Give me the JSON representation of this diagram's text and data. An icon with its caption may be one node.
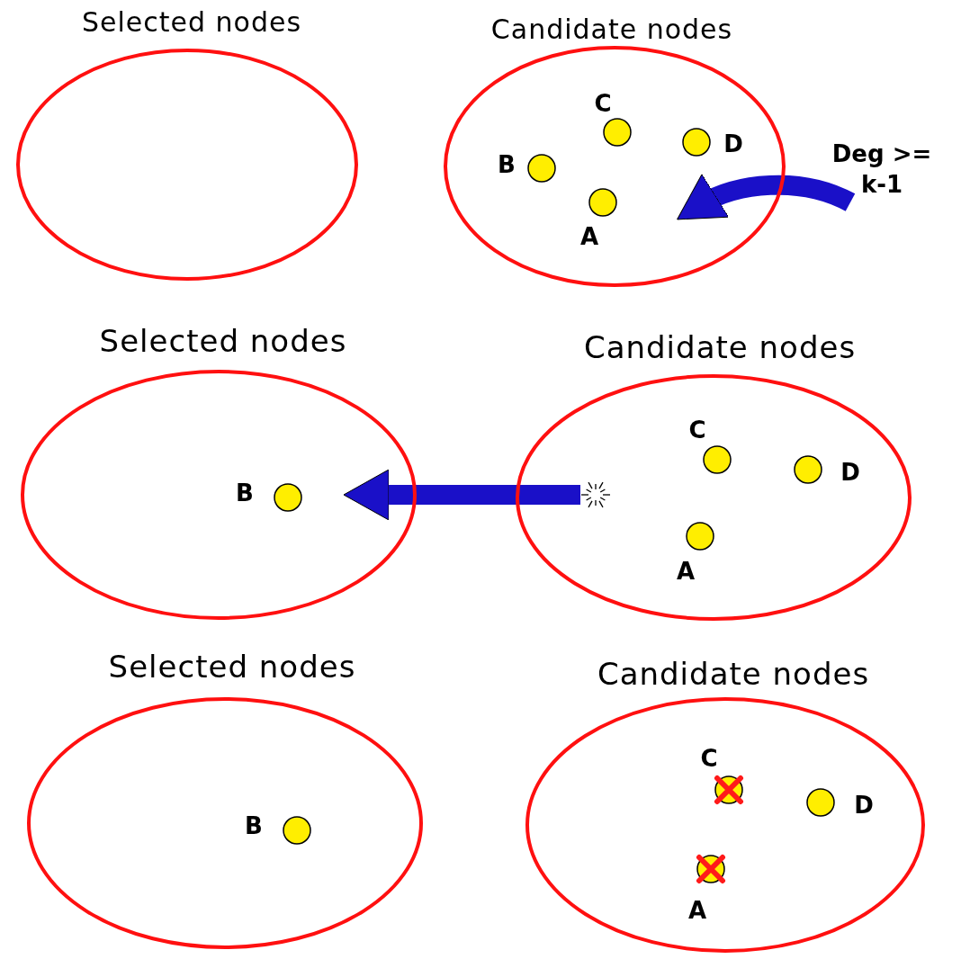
{
  "diagram": {
    "nodes": [
      {
        "text": [
          "Selected nodes"
        ]
      },
      {
        "text": [
          "Candidate nodes"
        ]
      },
      {
        "text": [
          "C"
        ],
        "in": 1
      },
      {
        "text": [
          "D"
        ],
        "in": 1
      },
      {
        "text": [
          "B"
        ],
        "in": 1
      },
      {
        "text": [
          "A"
        ],
        "in": 1
      },
      {
        "text": [
          "Deg >= k-1"
        ]
      },
      {
        "text": [
          "Selected nodes"
        ]
      },
      {
        "text": [
          "B"
        ],
        "in": 7
      },
      {
        "text": [
          "Candidate nodes"
        ]
      },
      {
        "text": [
          "C"
        ],
        "in": 9
      },
      {
        "text": [
          "D"
        ],
        "in": 9
      },
      {
        "text": [
          "A"
        ],
        "in": 9
      },
      {
        "text": [],
        "shape": "star",
        "in": 9
      },
      {
        "text": [
          "Selected nodes"
        ]
      },
      {
        "text": [
          "B"
        ],
        "in": 14
      },
      {
        "text": [
          "Candidate nodes"
        ]
      },
      {
        "text": [
          "C"
        ],
        "in": 16
      },
      {
        "text": [
          "D"
        ],
        "in": 16
      },
      {
        "text": [
          "A"
        ],
        "in": 16
      }
    ],
    "edges": [
      {
        "from": 6,
        "to": 1,
        "arrow": "to",
        "color": "#1a10c8"
      },
      {
        "from": 13,
        "to": 8,
        "arrow": "to",
        "color": "#1a10c8"
      }
    ]
  }
}
